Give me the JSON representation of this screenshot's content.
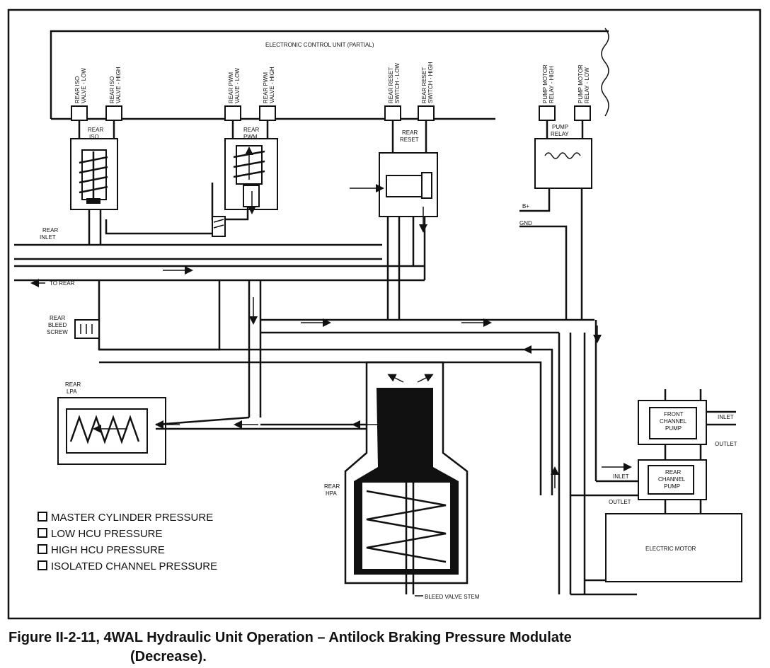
{
  "ecu": {
    "title": "ELECTRONIC CONTROL UNIT (PARTIAL)",
    "terminals": [
      {
        "line1": "REAR ISO",
        "line2": "VALVE - LOW"
      },
      {
        "line1": "REAR ISO",
        "line2": "VALVE - HIGH"
      },
      {
        "line1": "REAR PWM",
        "line2": "VALVE - LOW"
      },
      {
        "line1": "REAR PWM",
        "line2": "VALVE - HIGH"
      },
      {
        "line1": "REAR RESET",
        "line2": "SWITCH - LOW"
      },
      {
        "line1": "REAR RESET",
        "line2": "SWITCH - HIGH"
      },
      {
        "line1": "PUMP MOTOR",
        "line2": "RELAY - HIGH"
      },
      {
        "line1": "PUMP MOTOR",
        "line2": "RELAY - LOW"
      }
    ]
  },
  "components": {
    "rear_iso": {
      "line1": "REAR",
      "line2": "ISO"
    },
    "rear_pwm": {
      "line1": "REAR",
      "line2": "PWM"
    },
    "rear_reset": {
      "line1": "REAR",
      "line2": "RESET"
    },
    "pump_relay": {
      "line1": "PUMP",
      "line2": "RELAY"
    },
    "b_plus": "B+",
    "gnd": "GND",
    "rear_inlet": {
      "line1": "REAR",
      "line2": "INLET"
    },
    "to_rear": "TO REAR",
    "rear_bleed_screw": {
      "line1": "REAR",
      "line2": "BLEED",
      "line3": "SCREW"
    },
    "rear_lpa": {
      "line1": "REAR",
      "line2": "LPA"
    },
    "rear_hpa": {
      "line1": "REAR",
      "line2": "HPA"
    },
    "front_channel_pump": {
      "line1": "FRONT",
      "line2": "CHANNEL",
      "line3": "PUMP"
    },
    "rear_channel_pump": {
      "line1": "REAR",
      "line2": "CHANNEL",
      "line3": "PUMP"
    },
    "pump_inlet_top": "INLET",
    "pump_outlet_top": "OUTLET",
    "pump_inlet_bottom": "INLET",
    "pump_outlet_bottom": "OUTLET",
    "electric_motor": "ELECTRIC MOTOR",
    "bleed_valve_stem": "BLEED VALVE STEM"
  },
  "legend": [
    "MASTER CYLINDER PRESSURE",
    "LOW HCU PRESSURE",
    "HIGH HCU PRESSURE",
    "ISOLATED CHANNEL PRESSURE"
  ],
  "caption": {
    "line1": "Figure II-2-11, 4WAL Hydraulic Unit Operation – Antilock Braking Pressure Modulate",
    "line2": "(Decrease)."
  }
}
